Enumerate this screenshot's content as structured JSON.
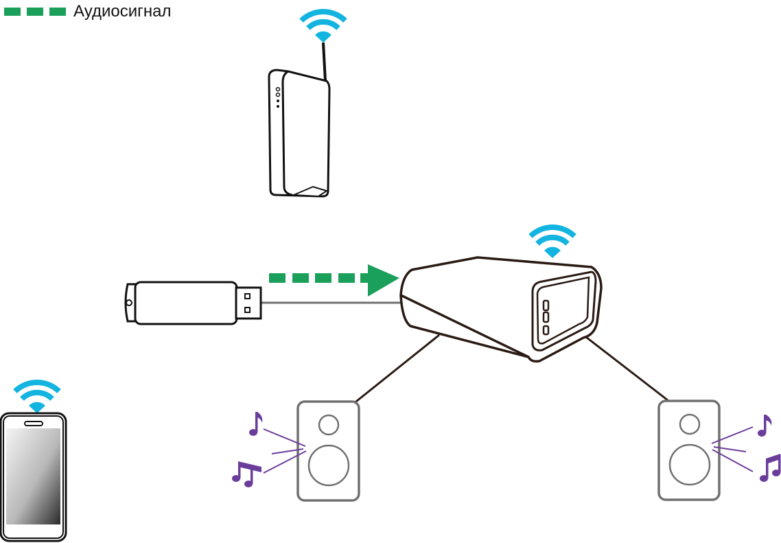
{
  "legend": {
    "label": "Аудиосигнал",
    "line_style": "dashed",
    "color": "#1aa05a"
  },
  "colors": {
    "wifi": "#13b4e0",
    "audio_signal": "#1aa05a",
    "music_notes": "#6b3d9a",
    "device_outline": "#2a1a14",
    "speaker_outline": "#707070",
    "cable": "#707070"
  },
  "nodes": [
    {
      "id": "router",
      "type": "wifi-router",
      "wireless": true
    },
    {
      "id": "usb",
      "type": "usb-flash-drive",
      "wireless": false
    },
    {
      "id": "player",
      "type": "network-audio-player",
      "wireless": true
    },
    {
      "id": "phone",
      "type": "smartphone",
      "wireless": true
    },
    {
      "id": "speaker_left",
      "type": "speaker",
      "wireless": false
    },
    {
      "id": "speaker_right",
      "type": "speaker",
      "wireless": false
    }
  ],
  "edges": [
    {
      "from": "usb",
      "to": "player",
      "kind": "cable",
      "audio_signal": true
    },
    {
      "from": "player",
      "to": "speaker_left",
      "kind": "cable"
    },
    {
      "from": "player",
      "to": "speaker_right",
      "kind": "cable"
    }
  ]
}
